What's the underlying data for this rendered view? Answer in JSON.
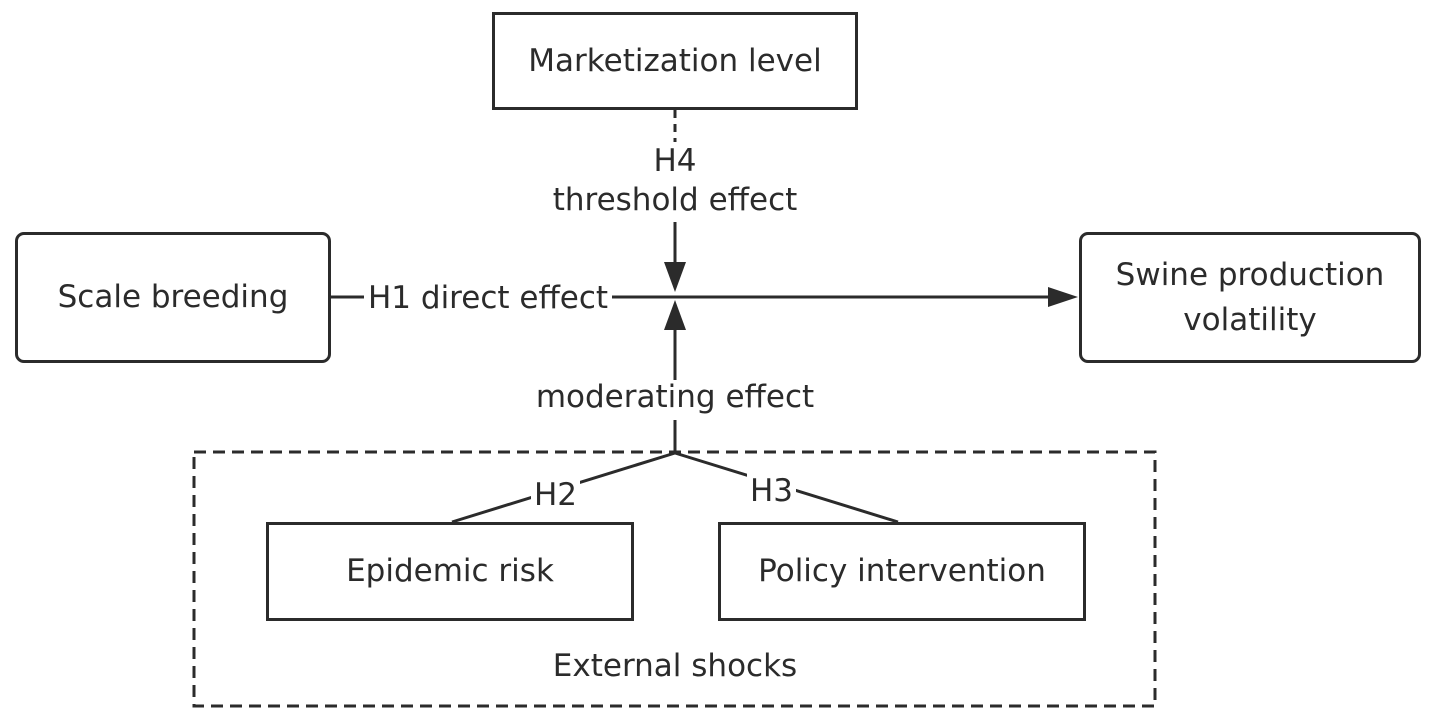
{
  "nodes": {
    "marketization": "Marketization level",
    "scale_breeding": "Scale breeding",
    "swine_line1": "Swine production",
    "swine_line2": "volatility",
    "epidemic": "Epidemic risk",
    "policy": "Policy intervention"
  },
  "group": {
    "label": "External shocks"
  },
  "edges": {
    "h4_code": "H4",
    "h4_effect": "threshold effect",
    "h1": "H1 direct effect",
    "moderating": "moderating effect",
    "h2": "H2",
    "h3": "H3"
  },
  "colors": {
    "stroke": "#2b2b2b",
    "background": "#ffffff"
  }
}
